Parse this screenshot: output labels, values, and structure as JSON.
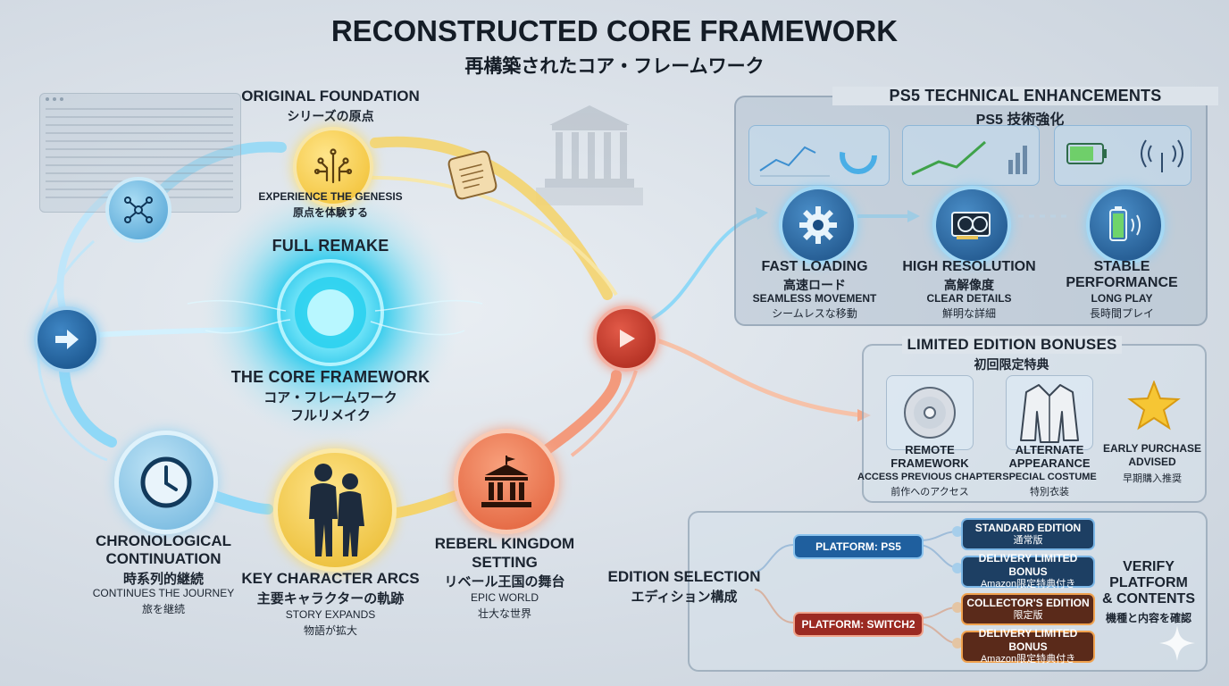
{
  "header": {
    "title": "RECONSTRUCTED CORE FRAMEWORK",
    "subtitle": "再構築されたコア・フレームワーク"
  },
  "original_foundation": {
    "title": "ORIGINAL FOUNDATION",
    "title_jp": "シリーズの原点",
    "caption": "EXPERIENCE THE GENESIS",
    "caption_jp": "原点を体験する",
    "icon": "circuit-icon"
  },
  "core": {
    "top_label": "FULL REMAKE",
    "title": "THE CORE FRAMEWORK",
    "title_jp": "コア・フレームワーク",
    "sub_jp": "フルリメイク"
  },
  "chronological": {
    "title_line1": "CHRONOLOGICAL",
    "title_line2": "CONTINUATION",
    "title_jp": "時系列的継続",
    "caption": "CONTINUES THE JOURNEY",
    "caption_jp": "旅を継続"
  },
  "characters": {
    "title": "KEY CHARACTER ARCS",
    "title_jp": "主要キャラクターの軌跡",
    "caption": "STORY EXPANDS",
    "caption_jp": "物語が拡大"
  },
  "kingdom": {
    "title_line1": "REBERL KINGDOM",
    "title_line2": "SETTING",
    "title_jp": "リベール王国の舞台",
    "caption": "EPIC WORLD",
    "caption_jp": "壮大な世界"
  },
  "ps5": {
    "title": "PS5 TECHNICAL ENHANCEMENTS",
    "title_jp": "PS5 技術強化",
    "items": [
      {
        "title": "FAST LOADING",
        "title_jp": "高速ロード",
        "caption": "SEAMLESS MOVEMENT",
        "caption_jp": "シームレスな移動",
        "icon": "gear-icon"
      },
      {
        "title": "HIGH RESOLUTION",
        "title_jp": "高解像度",
        "caption": "CLEAR DETAILS",
        "caption_jp": "鮮明な詳細",
        "icon": "gpu-icon"
      },
      {
        "title_line1": "STABLE",
        "title_line2": "PERFORMANCE",
        "caption": "LONG PLAY",
        "caption_jp": "長時間プレイ",
        "icon": "battery-icon"
      }
    ]
  },
  "bonuses": {
    "title": "LIMITED EDITION BONUSES",
    "title_jp": "初回限定特典",
    "items": [
      {
        "line1": "REMOTE",
        "line2": "FRAMEWORK",
        "caption": "ACCESS PREVIOUS CHAPTER",
        "caption_jp": "前作へのアクセス",
        "icon": "disc-icon"
      },
      {
        "line1": "ALTERNATE",
        "line2": "APPEARANCE",
        "caption": "SPECIAL COSTUME",
        "caption_jp": "特別衣装",
        "icon": "jacket-icon"
      },
      {
        "line1": "EARLY PURCHASE",
        "line2": "ADVISED",
        "caption_jp": "早期購入推奨",
        "icon": "star-icon"
      }
    ]
  },
  "editions": {
    "title": "EDITION SELECTION",
    "title_jp": "エディション構成",
    "platforms": [
      {
        "label": "PLATFORM: PS5",
        "color": "#1f5f9e"
      },
      {
        "label": "PLATFORM: SWITCH2",
        "color": "#9b2a22"
      }
    ],
    "options": [
      {
        "label": "STANDARD EDITION",
        "sub": "通常版"
      },
      {
        "label": "DELIVERY LIMITED BONUS",
        "sub": "Amazon限定特典付き"
      },
      {
        "label": "COLLECTOR'S EDITION",
        "sub": "限定版"
      },
      {
        "label": "DELIVERY LIMITED BONUS",
        "sub": "Amazon限定特典付き"
      }
    ],
    "verify_line1": "VERIFY",
    "verify_line2": "PLATFORM",
    "verify_line3": "& CONTENTS",
    "verify_jp": "機種と内容を確認"
  },
  "colors": {
    "blue_flow": "#7fd0f5",
    "gold_flow": "#f3c94c",
    "red_flow": "#f08a6a",
    "core_glow": "#3fd8f5",
    "dark_text": "#141c26"
  }
}
